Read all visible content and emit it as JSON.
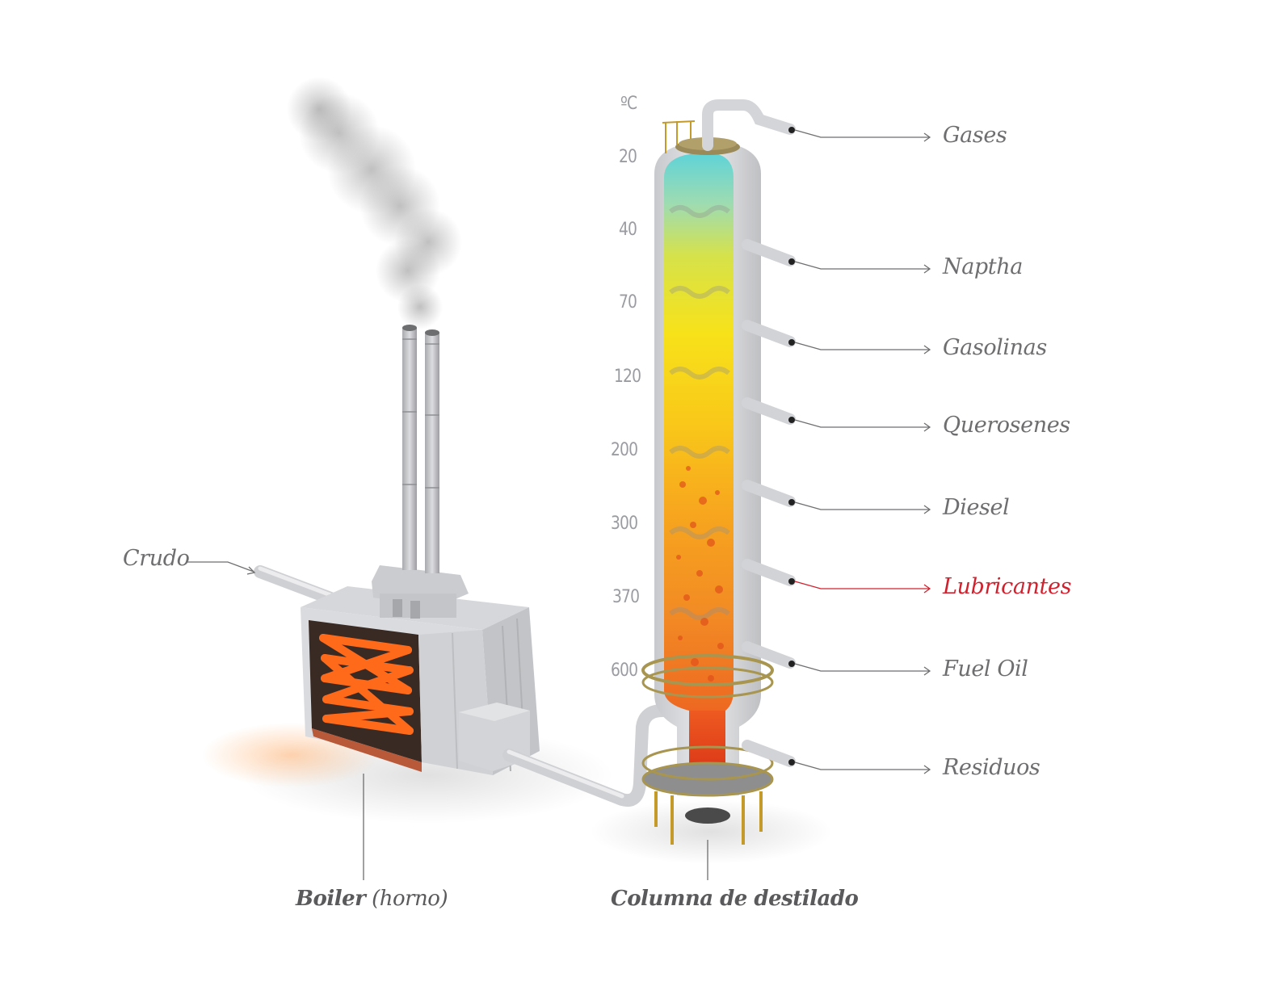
{
  "column": {
    "unit": "ºC",
    "temperatures": [
      "20",
      "40",
      "70",
      "120",
      "200",
      "300",
      "370",
      "600"
    ],
    "outputs": [
      {
        "name": "Gases",
        "color": "#6e6e70"
      },
      {
        "name": "Naptha",
        "color": "#6e6e70"
      },
      {
        "name": "Gasolinas",
        "color": "#6e6e70"
      },
      {
        "name": "Querosenes",
        "color": "#6e6e70"
      },
      {
        "name": "Diesel",
        "color": "#6e6e70"
      },
      {
        "name": "Lubricantes",
        "color": "#d0222e"
      },
      {
        "name": "Fuel Oil",
        "color": "#6e6e70"
      },
      {
        "name": "Residuos",
        "color": "#6e6e70"
      }
    ],
    "caption": "Columna de destilado"
  },
  "boiler": {
    "caption_bold": "Boiler",
    "caption_rest": "(horno)"
  },
  "input": {
    "label": "Crudo"
  },
  "colors": {
    "accent": "#d0222e",
    "label": "#6e6e70",
    "metal": "#d9d9dc",
    "flame": "#ff6a1a"
  }
}
